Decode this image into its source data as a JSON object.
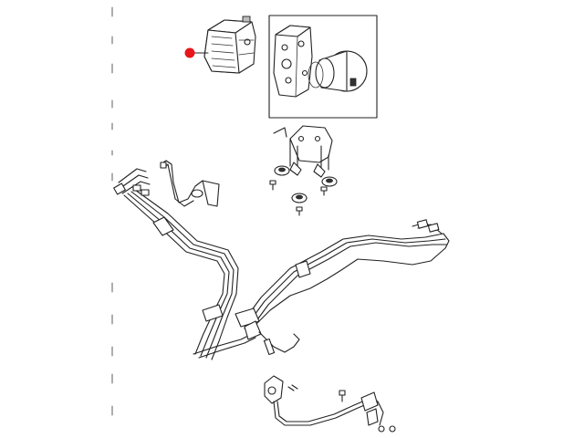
{
  "diagram": {
    "callout_marker": {
      "color": "#e8151b",
      "shape": "filled-circle"
    },
    "line_color": "#222222",
    "background": "#ffffff",
    "components": [
      "abs-module",
      "hydraulic-unit-detail",
      "pump-motor",
      "mounting-bracket",
      "grommets",
      "bolts",
      "brake-line-bundle",
      "brake-line-right",
      "brake-line-left-loop",
      "sensor-harness"
    ]
  }
}
